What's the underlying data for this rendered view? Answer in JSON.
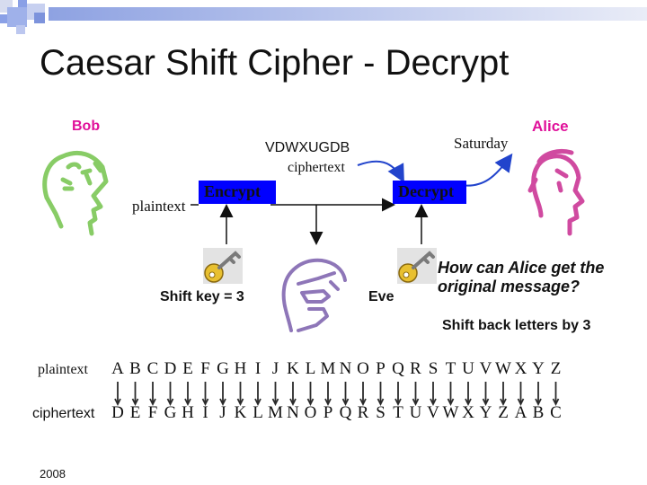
{
  "slide": {
    "title": "Caesar Shift Cipher - Decrypt",
    "year": "2008"
  },
  "people": {
    "bob": "Bob",
    "alice": "Alice",
    "eve": "Eve"
  },
  "flow": {
    "ciphertext_value": "VDWXUGDB",
    "ciphertext_label": "ciphertext",
    "plaintext_label": "plaintext",
    "decrypted_word": "Saturday",
    "encrypt_label": "Encrypt",
    "decrypt_label": "Decrypt",
    "shift_key": "Shift key =  3"
  },
  "question": "How can Alice get the original message?",
  "hint": "Shift back letters by 3",
  "table": {
    "plaintext_label": "plaintext",
    "ciphertext_label": "ciphertext",
    "plain_letters": [
      "A",
      "B",
      "C",
      "D",
      "E",
      "F",
      "G",
      "H",
      "I",
      "J",
      "K",
      "L",
      "M",
      "N",
      "O",
      "P",
      "Q",
      "R",
      "S",
      "T",
      "U",
      "V",
      "W",
      "X",
      "Y",
      "Z"
    ],
    "cipher_letters": [
      "D",
      "E",
      "F",
      "G",
      "H",
      "I",
      "J",
      "K",
      "L",
      "M",
      "N",
      "O",
      "P",
      "Q",
      "R",
      "S",
      "T",
      "U",
      "V",
      "W",
      "X",
      "Y",
      "Z",
      "A",
      "B",
      "C"
    ]
  },
  "colors": {
    "accent_pink": "#e0109a",
    "box_blue": "#0000ff",
    "deco_blue": "#8aa0e6",
    "arrow_blue": "#2244cc",
    "bob_face": "#88cc66",
    "alice_face": "#d04aa0",
    "eve_face": "#8e76b8",
    "key_gold": "#e8c030"
  }
}
